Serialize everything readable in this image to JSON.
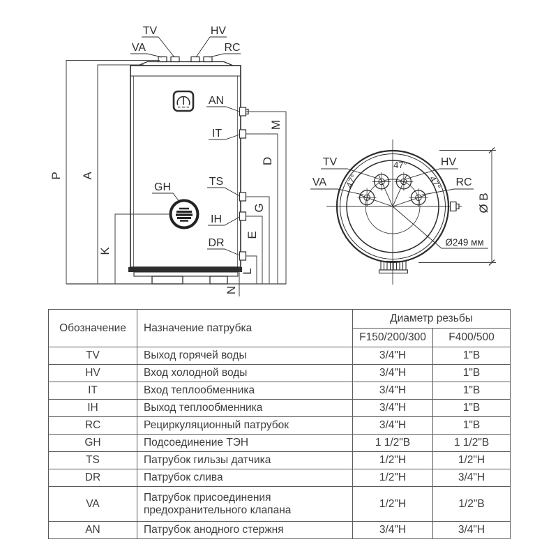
{
  "labels": {
    "tv": "TV",
    "hv": "HV",
    "va": "VA",
    "rc": "RC",
    "an": "AN",
    "it": "IT",
    "ts": "TS",
    "ih": "IH",
    "dr": "DR",
    "gh": "GH",
    "p": "P",
    "a": "A",
    "k": "K",
    "m": "M",
    "d": "D",
    "g": "G",
    "e": "E",
    "l": "L",
    "n": "N",
    "angle_top": "47°",
    "angle_left": "47°",
    "angle_right": "47°",
    "dia_b": "Ø B",
    "dia_249": "Ø249 мм"
  },
  "table": {
    "headers": {
      "designation": "Обозначение",
      "purpose": "Назначение патрубка",
      "thread": "Диаметр резьбы",
      "f150": "F150/200/300",
      "f400": "F400/500"
    },
    "rows": [
      {
        "code": "TV",
        "purpose": "Выход горячей воды",
        "d1": "3/4\"Н",
        "d2": "1\"В"
      },
      {
        "code": "HV",
        "purpose": "Вход холодной воды",
        "d1": "3/4\"Н",
        "d2": "1\"В"
      },
      {
        "code": "IT",
        "purpose": "Вход теплообменника",
        "d1": "3/4\"Н",
        "d2": "1\"В"
      },
      {
        "code": "IH",
        "purpose": "Выход теплообменника",
        "d1": "3/4\"Н",
        "d2": "1\"В"
      },
      {
        "code": "RC",
        "purpose": "Рециркуляционный патрубок",
        "d1": "3/4\"Н",
        "d2": "1\"В"
      },
      {
        "code": "GH",
        "purpose": "Подсоединение ТЭН",
        "d1": "1 1/2\"В",
        "d2": "1 1/2\"В"
      },
      {
        "code": "TS",
        "purpose": "Патрубок гильзы датчика",
        "d1": "1/2\"Н",
        "d2": "1/2\"Н"
      },
      {
        "code": "DR",
        "purpose": "Патрубок слива",
        "d1": "1/2\"Н",
        "d2": "3/4\"Н"
      },
      {
        "code": "VA",
        "purpose": "Патрубок присоединения предохранительного клапана",
        "d1": "1/2\"Н",
        "d2": "1/2\"В"
      },
      {
        "code": "AN",
        "purpose": "Патрубок анодного стержня",
        "d1": "3/4\"Н",
        "d2": "3/4\"Н"
      }
    ]
  }
}
